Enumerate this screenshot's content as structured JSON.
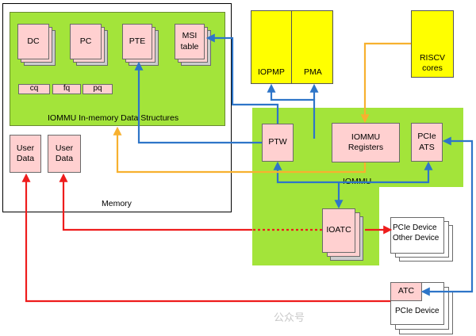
{
  "memory": {
    "label": "Memory",
    "structures": {
      "title": "IOMMU  In-memory Data Structures",
      "dc": "DC",
      "pc": "PC",
      "pte": "PTE",
      "msi": "MSI table",
      "cq": "cq",
      "fq": "fq",
      "pq": "pq"
    },
    "user_data_1": "User Data",
    "user_data_2": "User Data"
  },
  "iommu": {
    "label": "IOMMU",
    "ptw": "PTW",
    "registers": "IOMMU Registers",
    "pcie_ats": "PCIe ATS",
    "ioatc": "IOATC"
  },
  "checkers": {
    "iopmp": "IOPMP",
    "pma": "PMA"
  },
  "riscv": "RISCV cores",
  "devices": {
    "pcie_other_1": "PCIe Device",
    "pcie_other_2": "Other Device",
    "atc": "ATC",
    "pcie_device": "PCIe Device"
  },
  "watermark": "公众号",
  "colors": {
    "memory_green": "#a3e43a",
    "box_pink": "#ffd0d0",
    "yellow": "#ffff00",
    "blue_wire": "#2e75c8",
    "orange_wire": "#f7b12f",
    "red_wire": "#ee1c1c"
  }
}
